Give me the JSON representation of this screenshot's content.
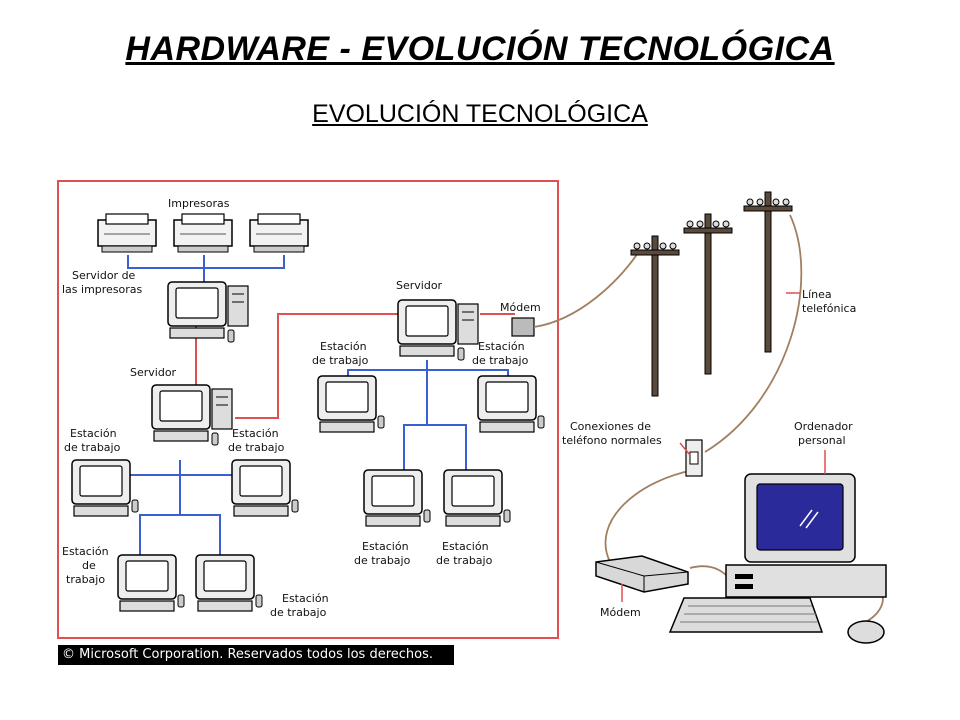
{
  "title": "HARDWARE - EVOLUCIÓN TECNOLÓGICA",
  "subtitle": "EVOLUCIÓN TECNOLÓGICA",
  "labels": {
    "impresoras": "Impresoras",
    "servidor_impresoras_1": "Servidor de",
    "servidor_impresoras_2": "las impresoras",
    "servidor_left": "Servidor",
    "servidor_right": "Servidor",
    "estacion": "Estación",
    "de_trabajo": "de trabajo",
    "de": "de",
    "trabajo": "trabajo",
    "modem_top": "Módem",
    "linea_1": "Línea",
    "linea_2": "telefónica",
    "conexiones_1": "Conexiones de",
    "conexiones_2": "teléfono normales",
    "ordenador_1": "Ordenador",
    "ordenador_2": "personal",
    "modem_bottom": "Módem"
  },
  "copyright": "© Microsoft Corporation. Reservados todos los derechos.",
  "colors": {
    "frame": "#e05050",
    "bus": "#3a5fd0",
    "screen": "#2a2a9a",
    "cable": "#a08060"
  }
}
